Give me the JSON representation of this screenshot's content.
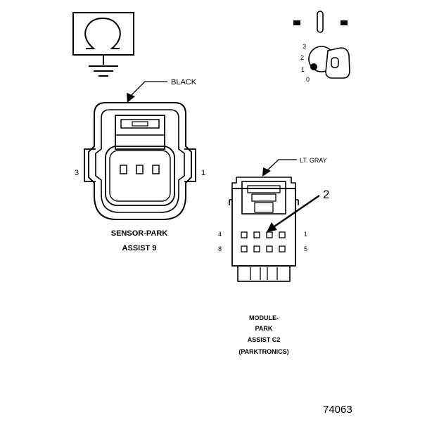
{
  "symbols": {
    "ground_symbol_icon": "ohm-ground-icon",
    "ignition_key_icon": "ignition-key-icon"
  },
  "ignition": {
    "positions": [
      "3",
      "2",
      "1",
      "0"
    ]
  },
  "sensor_connector": {
    "color_label": "BLACK",
    "pin_left": "3",
    "pin_right": "1",
    "name_line1": "SENSOR-PARK",
    "name_line2": "ASSIST 9"
  },
  "module_connector": {
    "color_label": "LT. GRAY",
    "callout": "2",
    "pin_top_left": "4",
    "pin_top_right": "1",
    "pin_bottom_left": "8",
    "pin_bottom_right": "5",
    "name_line1": "MODULE-",
    "name_line2": "PARK",
    "name_line3": "ASSIST C2",
    "name_line4": "(PARKTRONICS)"
  },
  "figure_number": "74063"
}
